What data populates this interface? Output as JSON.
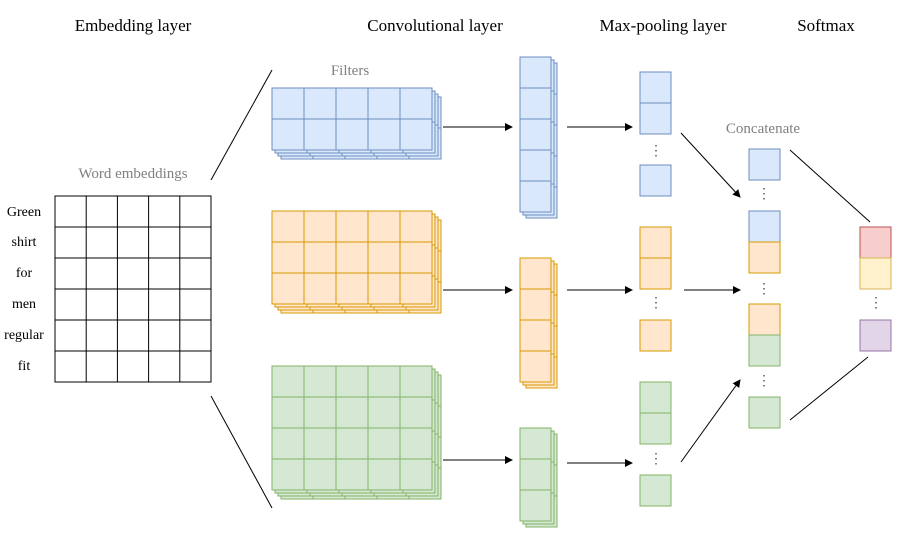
{
  "headers": {
    "embedding": "Embedding layer",
    "convolution": "Convolutional layer",
    "maxpool": "Max-pooling layer",
    "softmax": "Softmax"
  },
  "labels": {
    "filters": "Filters",
    "word_embeddings": "Word embeddings",
    "concatenate": "Concatenate",
    "ellipsis": "⋮"
  },
  "words": [
    "Green",
    "shirt",
    "for",
    "men",
    "regular",
    "fit"
  ],
  "colors": {
    "blue_fill": "#dae8fc",
    "blue_stroke": "#6c8ebf",
    "orange_fill": "#ffe6cc",
    "orange_stroke": "#d79b00",
    "green_fill": "#d5e8d4",
    "green_stroke": "#82b366",
    "red_fill": "#f8cecc",
    "red_stroke": "#b85450",
    "yellow_fill": "#fff2cc",
    "yellow_stroke": "#d6b656",
    "purple_fill": "#e1d5e7",
    "purple_stroke": "#9673a6",
    "header_text": "#000000",
    "sublabel_text": "#808080",
    "line": "#000000"
  }
}
